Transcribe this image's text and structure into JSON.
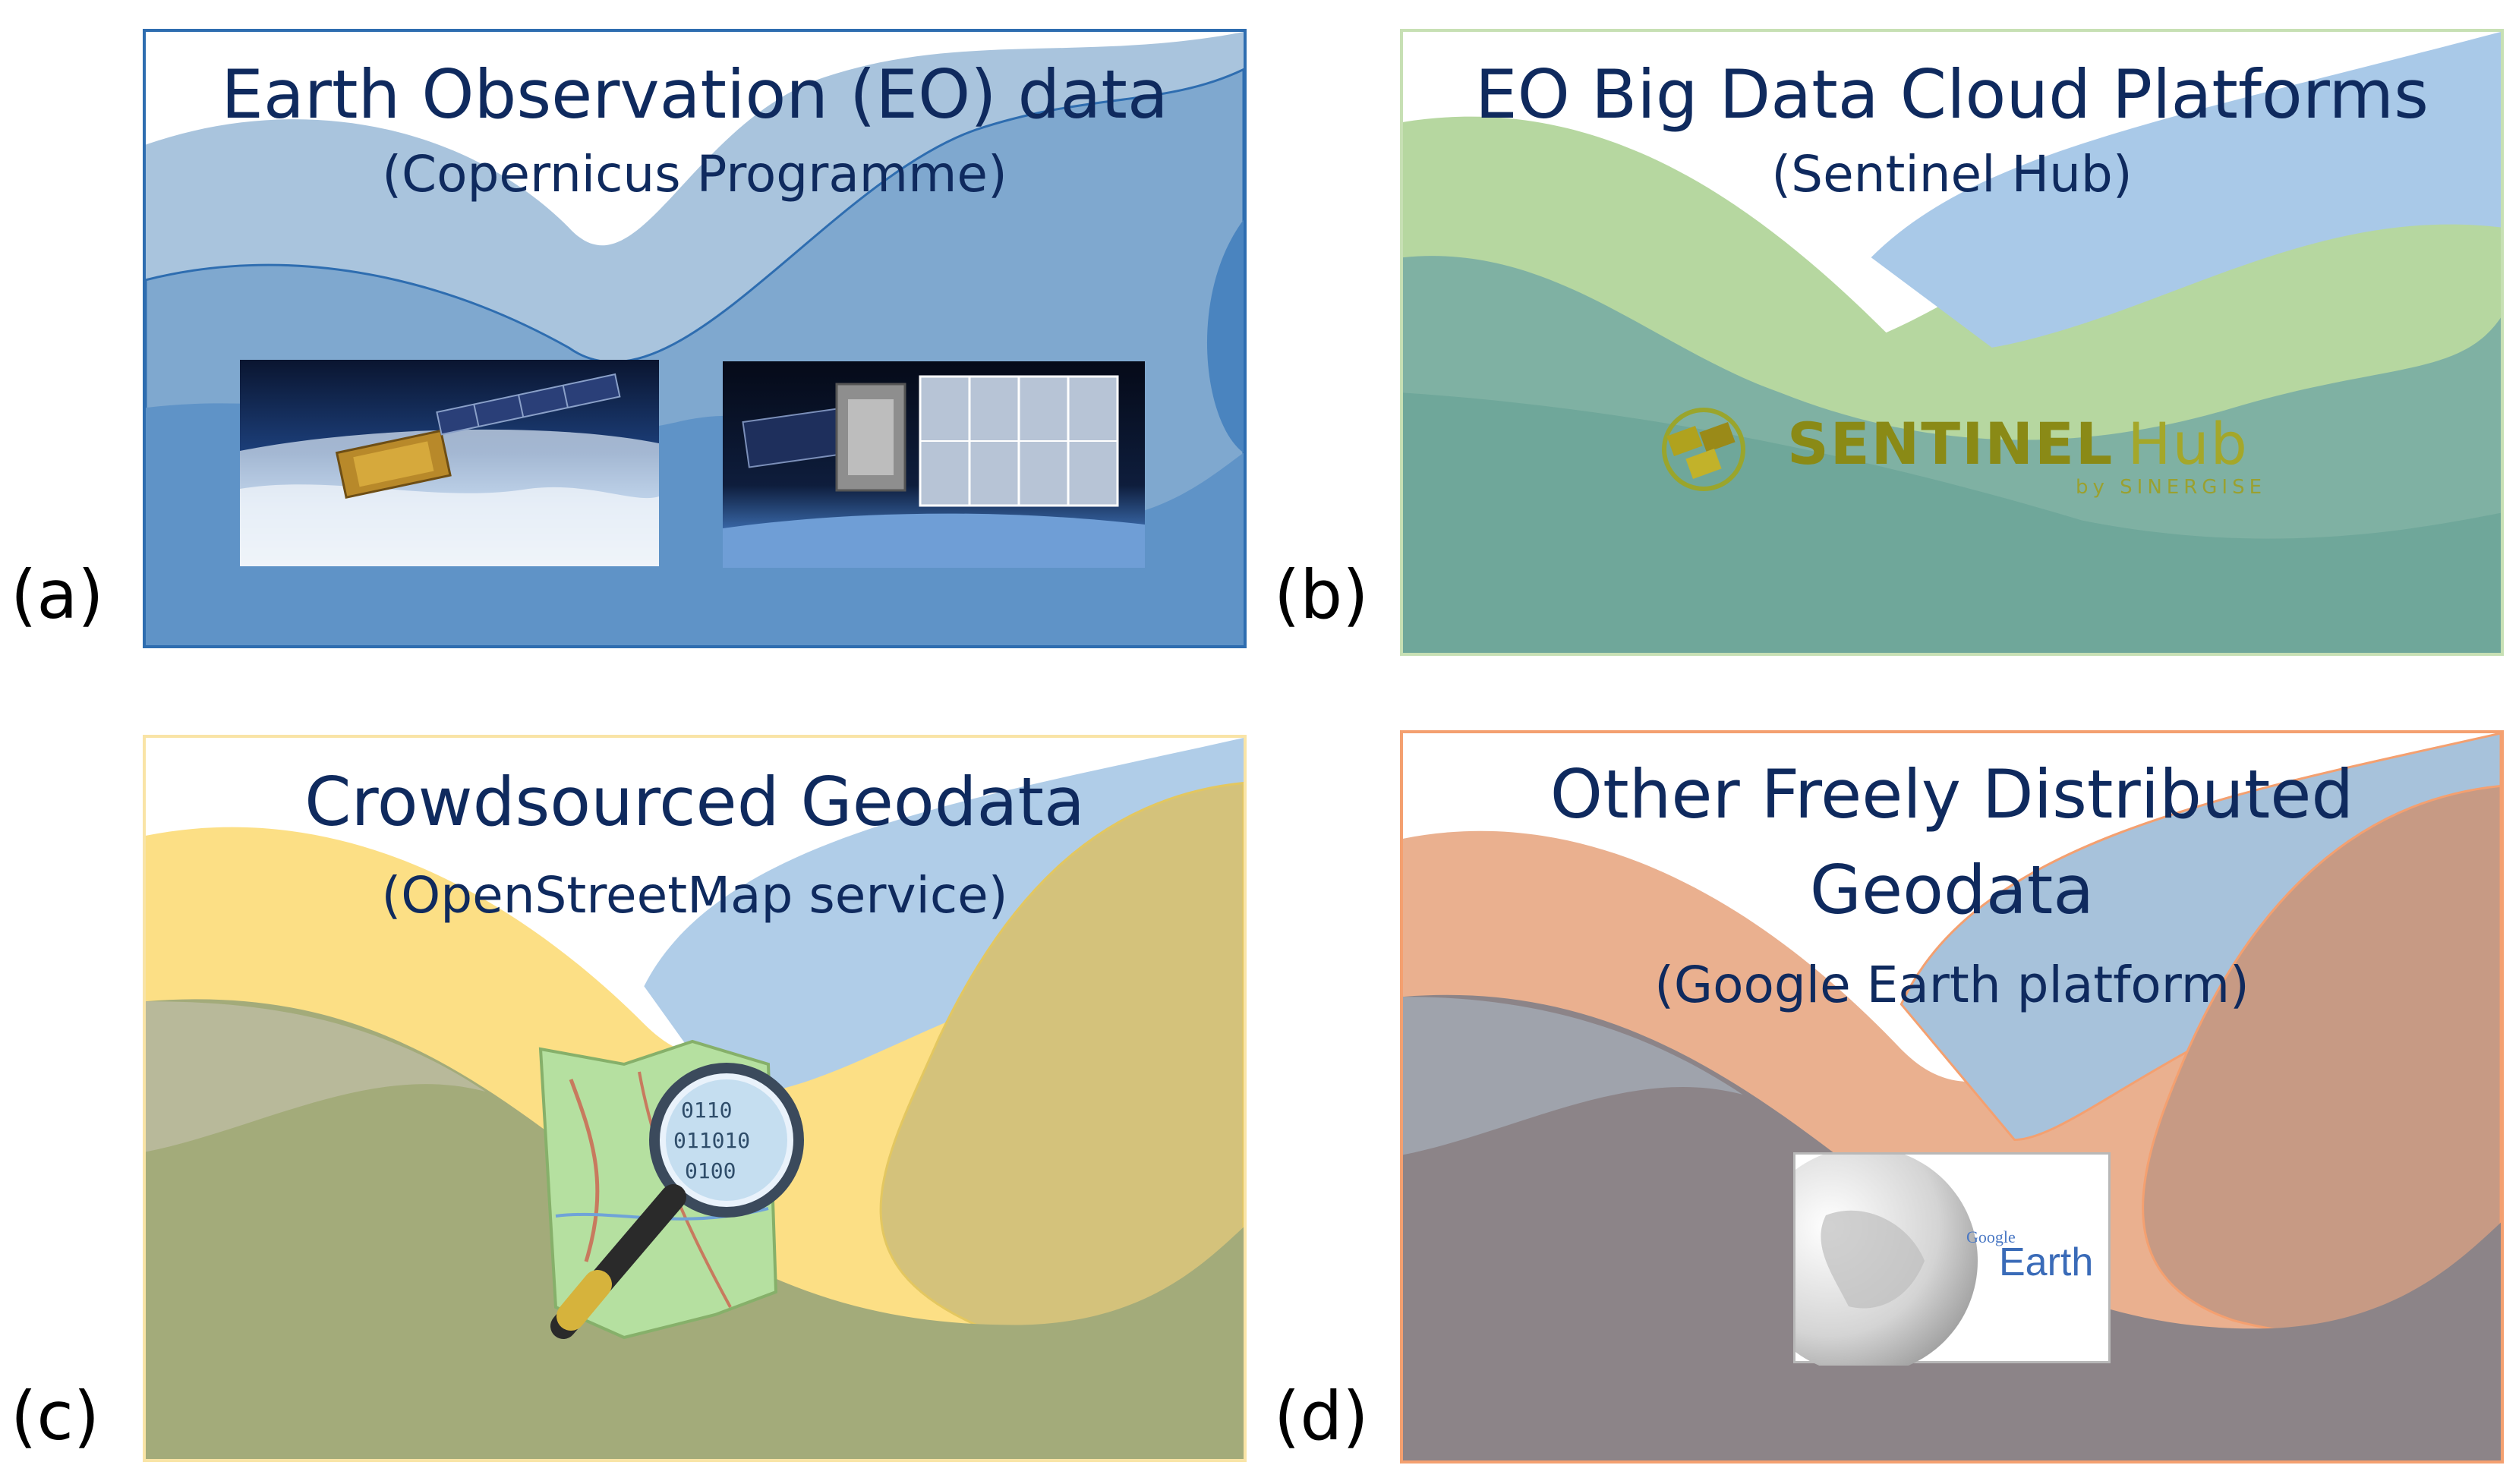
{
  "panels": [
    {
      "label": "(a)",
      "title": "Earth Observation (EO) data",
      "subtitle": "(Copernicus Programme)",
      "images": [
        {
          "name": "satellite-sentinel-1-image",
          "icon": "satellite-image"
        },
        {
          "name": "satellite-sentinel-2-image",
          "icon": "satellite-image"
        }
      ],
      "colors": {
        "border": "#2e6db0",
        "light": "#a9c4dd",
        "mid": "#7fa8cf",
        "dark": "#4a84bf"
      }
    },
    {
      "label": "(b)",
      "title": "EO Big Data Cloud Platforms",
      "subtitle": "(Sentinel Hub)",
      "logo": {
        "word1": "SENTINEL",
        "word2": "Hub",
        "byline": "by SINERGISE"
      },
      "colors": {
        "border": "#70ad47",
        "green": "#b6d7a0",
        "blue": "#a9c9e8",
        "teal": "#6fa79a"
      }
    },
    {
      "label": "(c)",
      "title": "Crowdsourced Geodata",
      "subtitle": "(OpenStreetMap service)",
      "images": [
        {
          "name": "openstreetmap-logo",
          "icon": "map-magnifier-icon",
          "binary": [
            "0110",
            "011010",
            "0100"
          ]
        }
      ],
      "colors": {
        "border": "#f2c94c",
        "yellow": "#fcdf85",
        "blue": "#b0cde8",
        "olive": "#a3ab7a"
      }
    },
    {
      "label": "(d)",
      "title_lines": [
        "Other Freely Distributed",
        "Geodata"
      ],
      "subtitle": "(Google Earth platform)",
      "logo": {
        "word1": "Google",
        "word2": "Earth"
      },
      "colors": {
        "border": "#f4a070",
        "orange": "#eab08f",
        "blue": "#a7c2db",
        "gray": "#8c8488"
      }
    }
  ]
}
